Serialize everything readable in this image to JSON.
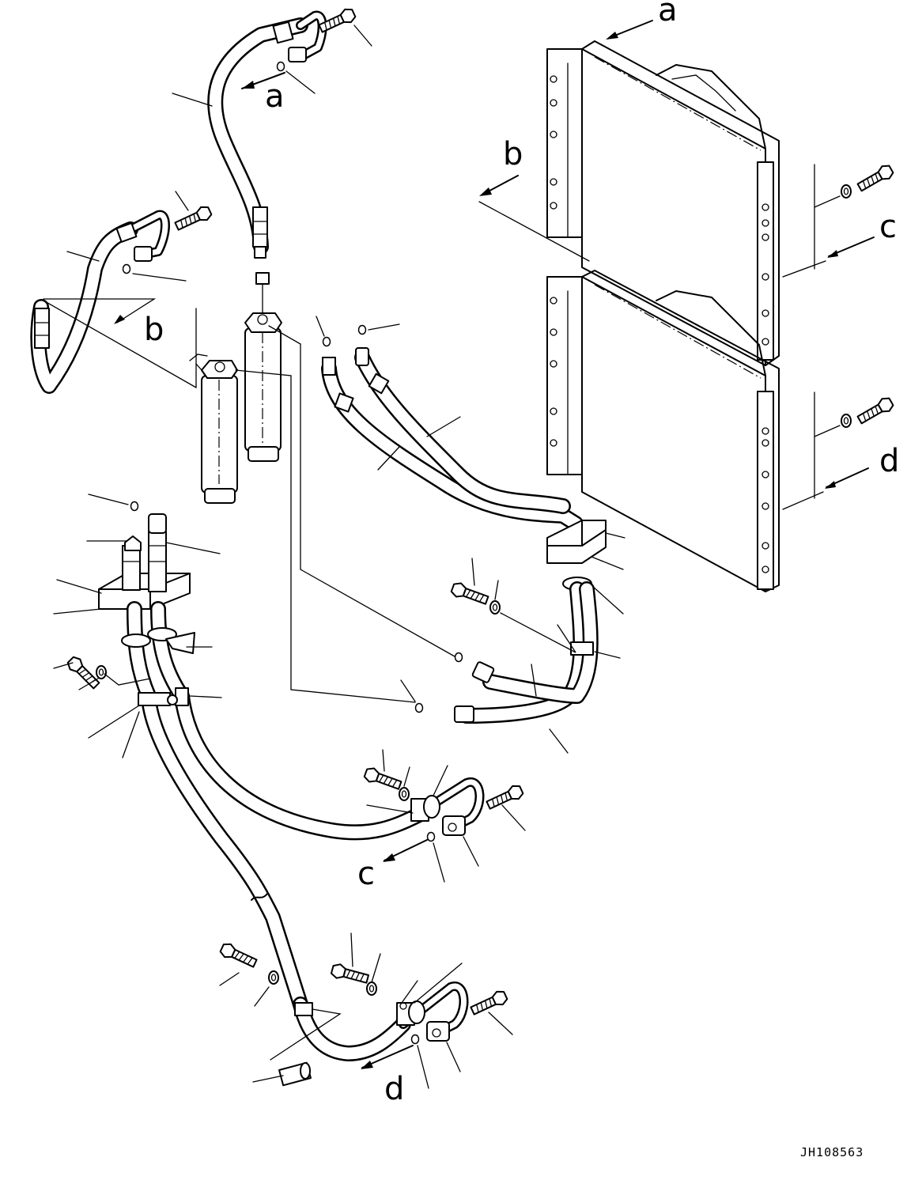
{
  "labels": {
    "a_top": "a",
    "a_hose": "a",
    "b_top": "b",
    "b_left": "b",
    "c_right": "c",
    "c_bottom": "c",
    "d_right": "d",
    "d_bottom": "d"
  },
  "drawing_code": "JH108563",
  "icons": [
    "bolt-icon",
    "washer-icon",
    "o-ring-icon",
    "hose-icon",
    "receiver-drier-icon",
    "condenser-icon",
    "clamp-icon",
    "spacer-icon"
  ]
}
